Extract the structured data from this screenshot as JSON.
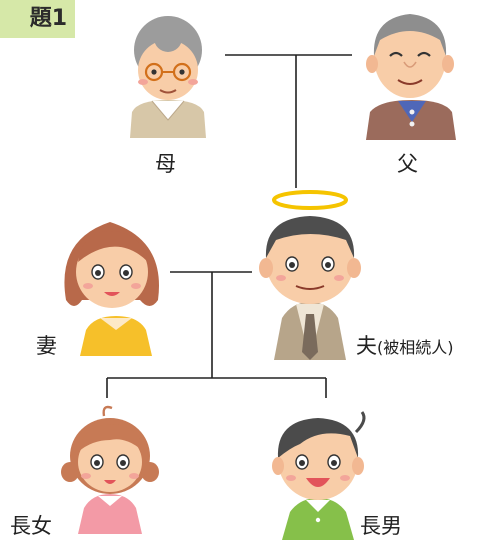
{
  "title": "題1",
  "people": {
    "mother": "母",
    "father": "父",
    "wife": "妻",
    "husband": "夫",
    "husband_note": "(被相続人)",
    "daughter": "長女",
    "son": "長男"
  }
}
